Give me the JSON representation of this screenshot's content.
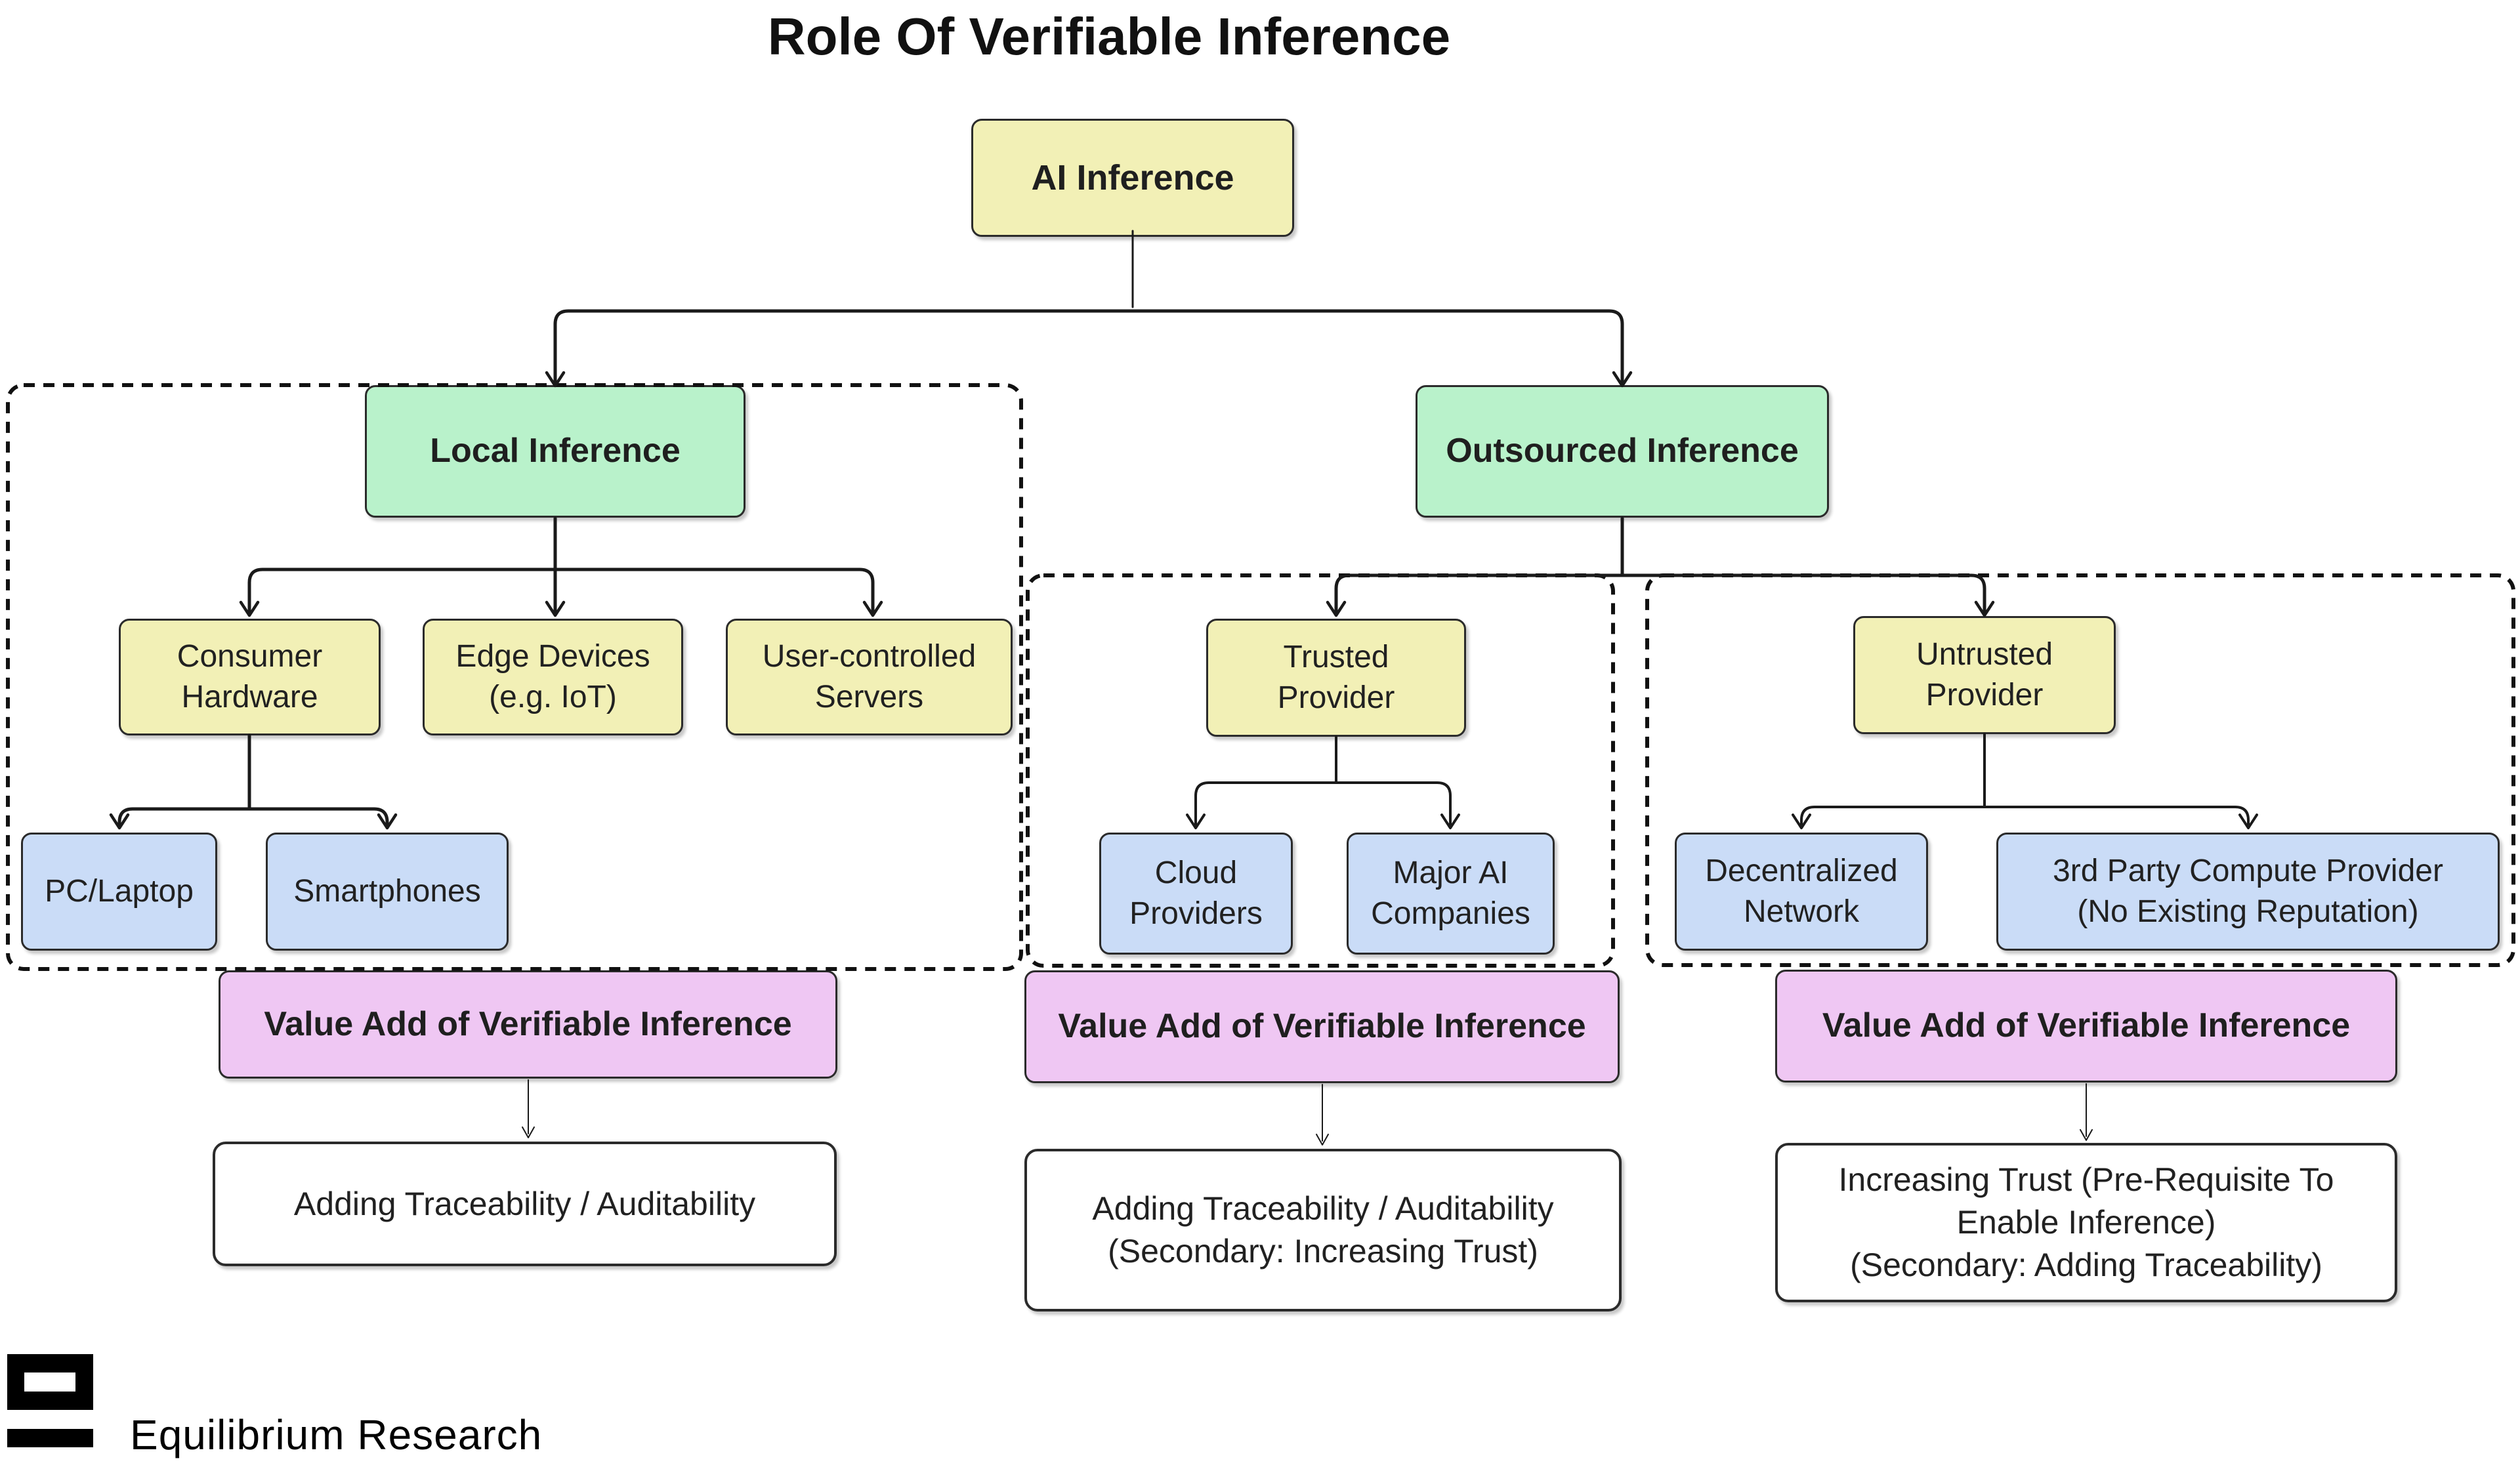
{
  "title": "Role Of Verifiable Inference",
  "palette": {
    "yellow": "#f2f0b6",
    "green": "#b9f2cb",
    "blue": "#cadcf7",
    "pink": "#efc7f3",
    "white": "#ffffff",
    "box_border": "#2b2b2b",
    "connector": "#1a1a1a",
    "text": "#212121"
  },
  "nodes": {
    "ai_inference": {
      "label": "AI Inference"
    },
    "local_inference": {
      "label": "Local Inference"
    },
    "outsourced_inference": {
      "label": "Outsourced Inference"
    },
    "consumer_hardware": {
      "label": "Consumer\nHardware"
    },
    "edge_devices": {
      "label": "Edge Devices\n(e.g. IoT)"
    },
    "user_controlled_servers": {
      "label": "User-controlled\nServers"
    },
    "pc_laptop": {
      "label": "PC/Laptop"
    },
    "smartphones": {
      "label": "Smartphones"
    },
    "trusted_provider": {
      "label": "Trusted\nProvider"
    },
    "cloud_providers": {
      "label": "Cloud\nProviders"
    },
    "major_ai_companies": {
      "label": "Major AI\nCompanies"
    },
    "untrusted_provider": {
      "label": "Untrusted\nProvider"
    },
    "decentralized_network": {
      "label": "Decentralized\nNetwork"
    },
    "third_party_compute": {
      "label": "3rd Party Compute Provider\n(No Existing Reputation)"
    },
    "value_add_local": {
      "label": "Value Add of Verifiable Inference"
    },
    "value_add_trusted": {
      "label": "Value Add of Verifiable Inference"
    },
    "value_add_untrusted": {
      "label": "Value Add of Verifiable Inference"
    },
    "outcome_local": {
      "label": "Adding Traceability / Auditability"
    },
    "outcome_trusted": {
      "label": "Adding Traceability / Auditability\n(Secondary: Increasing Trust)"
    },
    "outcome_untrusted": {
      "label": "Increasing Trust (Pre-Requisite To\nEnable Inference)\n(Secondary: Adding Traceability)"
    }
  },
  "footer": {
    "brand": "Equilibrium Research"
  }
}
